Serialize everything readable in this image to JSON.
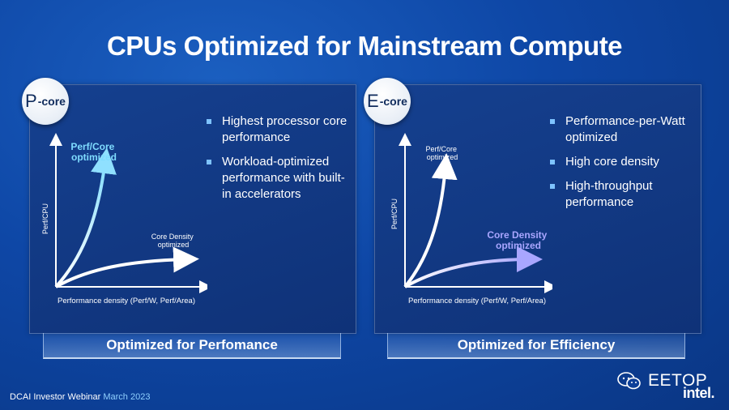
{
  "title": "CPUs Optimized for Mainstream Compute",
  "pcore": {
    "badge_letter": "P",
    "badge_suffix": "-core",
    "bullets": [
      "Highest processor core performance",
      "Workload-optimized performance with built-in accelerators"
    ],
    "chart": {
      "ylabel": "Perf/CPU",
      "xlabel": "Performance density (Perf/W, Perf/Area)",
      "curve_up_label_1": "Perf/Core",
      "curve_up_label_2": "optimized",
      "curve_flat_label_1": "Core Density",
      "curve_flat_label_2": "optimized"
    },
    "footer": "Optimized for Perfomance"
  },
  "ecore": {
    "badge_letter": "E",
    "badge_suffix": "-core",
    "bullets": [
      "Performance-per-Watt optimized",
      "High core density",
      "High-throughput performance"
    ],
    "chart": {
      "ylabel": "Perf/CPU",
      "xlabel": "Performance density (Perf/W, Perf/Area)",
      "curve_up_label_1": "Perf/Core",
      "curve_up_label_2": "optimized",
      "curve_flat_label_1": "Core Density",
      "curve_flat_label_2": "optimized"
    },
    "footer": "Optimized for Efficiency"
  },
  "bottom_note": {
    "prefix": "DCAI Investor Webinar ",
    "date": "March 2023"
  },
  "watermark": "EETOP",
  "brand": "intel.",
  "colors": {
    "highlight_cyan": "#5fd0ff",
    "highlight_purple": "#a9a6ff",
    "bullet_square": "#7ec3ff"
  }
}
